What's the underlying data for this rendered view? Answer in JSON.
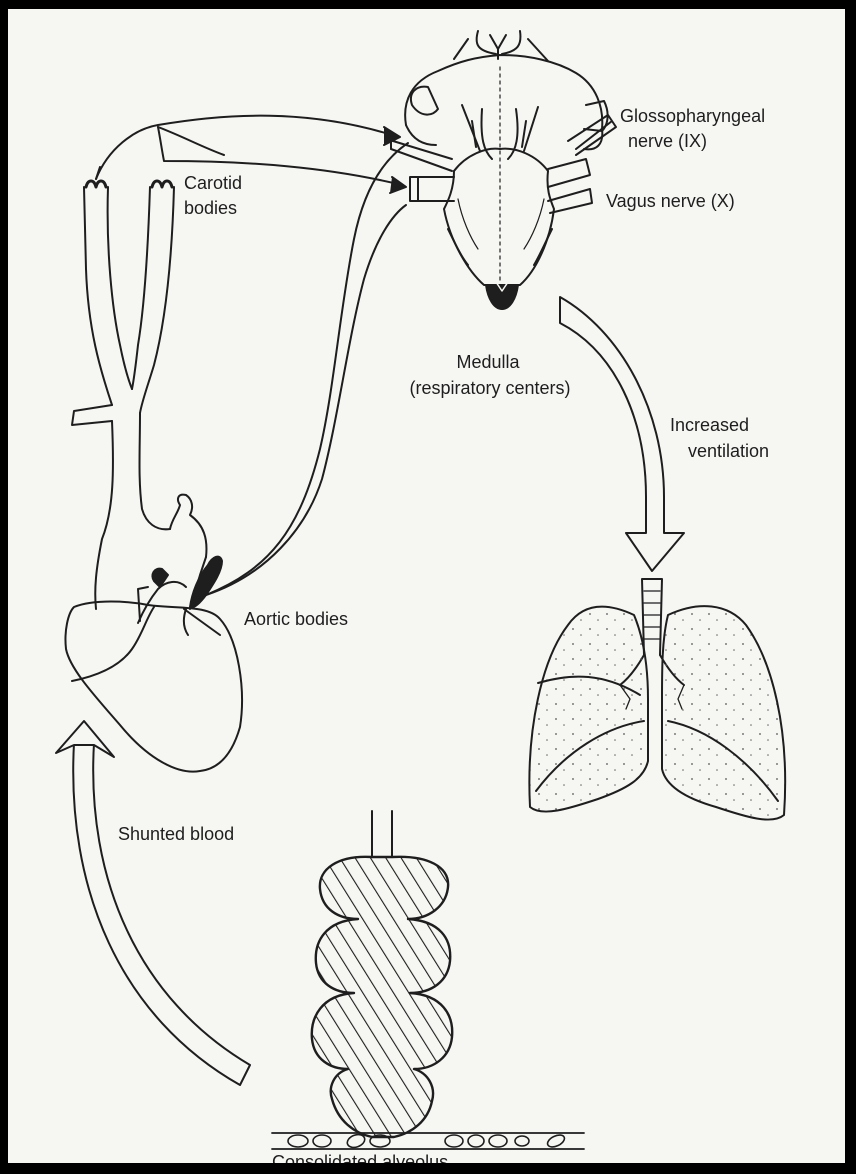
{
  "labels": {
    "glossopharyngeal": "Glossopharyngeal",
    "glossopharyngeal_nerve": "nerve (IX)",
    "vagus_nerve": "Vagus nerve (X)",
    "carotid": "Carotid",
    "carotid_bodies": "bodies",
    "medulla": "Medulla",
    "respiratory_centers": "(respiratory centers)",
    "increased": "Increased",
    "ventilation": "ventilation",
    "aortic_bodies": "Aortic bodies",
    "shunted_blood": "Shunted blood",
    "consolidated_alveolus": "Consolidated alveolus"
  },
  "colors": {
    "ink": "#1e1e1e",
    "paper": "#f6f6f3",
    "frame": "#000000"
  }
}
